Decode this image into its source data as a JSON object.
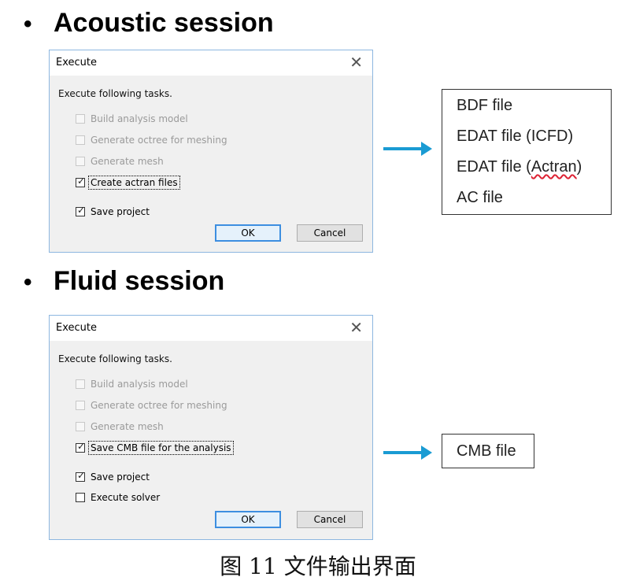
{
  "sections": [
    {
      "heading": "Acoustic session",
      "dialog": {
        "title": "Execute",
        "close_glyph": "✕",
        "instruction": "Execute following tasks.",
        "tasks": [
          {
            "label": "Build analysis model",
            "checked": false,
            "enabled": false
          },
          {
            "label": "Generate octree for meshing",
            "checked": false,
            "enabled": false
          },
          {
            "label": "Generate mesh",
            "checked": false,
            "enabled": false
          },
          {
            "label": "Create actran files",
            "checked": true,
            "enabled": true
          },
          {
            "label": "Save project",
            "checked": true,
            "enabled": true
          }
        ],
        "ok_label": "OK",
        "cancel_label": "Cancel"
      },
      "outputs": [
        "BDF file",
        "EDAT file (ICFD)",
        "EDAT file (Actran)",
        "AC file"
      ]
    },
    {
      "heading": "Fluid session",
      "dialog": {
        "title": "Execute",
        "close_glyph": "✕",
        "instruction": "Execute following tasks.",
        "tasks": [
          {
            "label": "Build analysis model",
            "checked": false,
            "enabled": false
          },
          {
            "label": "Generate octree for meshing",
            "checked": false,
            "enabled": false
          },
          {
            "label": "Generate mesh",
            "checked": false,
            "enabled": false
          },
          {
            "label": "Save CMB file for the analysis",
            "checked": true,
            "enabled": true
          },
          {
            "label": "Save project",
            "checked": true,
            "enabled": true
          },
          {
            "label": "Execute solver",
            "checked": false,
            "enabled": true
          }
        ],
        "ok_label": "OK",
        "cancel_label": "Cancel"
      },
      "outputs": [
        "CMB file"
      ]
    }
  ],
  "bullet_glyph": "•",
  "check_glyph": "✓",
  "caption": "图 11 文件输出界面",
  "colors": {
    "arrow": "#1a9bd3",
    "dialog_border": "#8db7e0",
    "ok_border": "#3d8ee0"
  }
}
